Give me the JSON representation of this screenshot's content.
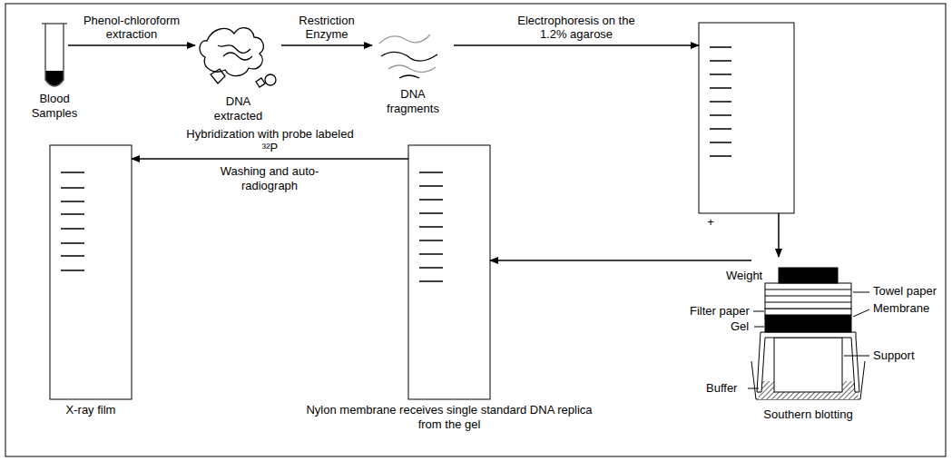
{
  "diagram": {
    "nodes": [
      {
        "text": [
          "Blood Samples"
        ]
      },
      {
        "text": [
          "DNA extracted"
        ]
      },
      {
        "text": [
          "DNA fragments"
        ]
      },
      {
        "text": [
          "+"
        ]
      },
      {
        "text": [
          "Southern blotting"
        ]
      },
      {
        "text": [
          "Nylon membrane receives single standard DNA replica from the gel"
        ]
      },
      {
        "text": [
          "X-ray film"
        ]
      }
    ],
    "edges": [
      {
        "from": 0,
        "to": 1,
        "arrow": "to",
        "label": "Phenol-chloroform extraction"
      },
      {
        "from": 1,
        "to": 2,
        "arrow": "to",
        "label": "Restriction Enzyme"
      },
      {
        "from": 2,
        "to": 3,
        "arrow": "to",
        "label": "Electrophoresis on the 1.2% agarose"
      },
      {
        "from": 3,
        "to": 4,
        "arrow": "to"
      },
      {
        "from": 4,
        "to": 5,
        "arrow": "to"
      },
      {
        "from": 5,
        "to": 6,
        "arrow": "to",
        "label": "Hybridization with probe labeled ³²P"
      }
    ],
    "labels": [
      "Weight",
      "Towel paper",
      "Membrane",
      "Filter paper",
      "Gel",
      "Support",
      "Buffer",
      "Washing and auto-radiograph"
    ]
  }
}
